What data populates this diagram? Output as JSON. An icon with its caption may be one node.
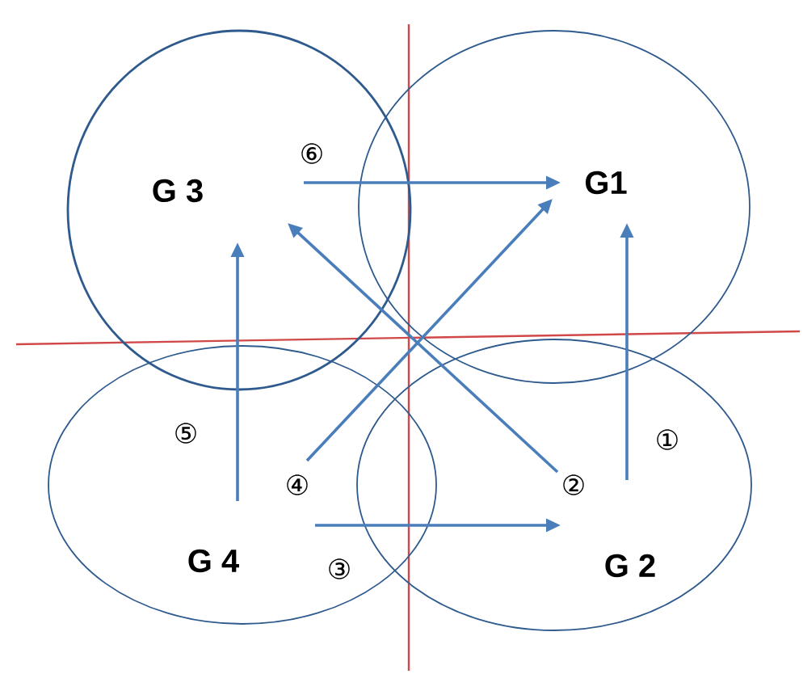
{
  "diagram": {
    "nodes": [
      {
        "text": [
          "G 3"
        ]
      },
      {
        "text": [
          "G1"
        ]
      },
      {
        "text": [
          "G 4"
        ]
      },
      {
        "text": [
          "G 2"
        ]
      }
    ],
    "edges": [
      {
        "from": 3,
        "to": 1,
        "arrow": "to",
        "label": "①"
      },
      {
        "from": 3,
        "to": 0,
        "arrow": "to",
        "label": "②"
      },
      {
        "from": 2,
        "to": 3,
        "arrow": "to",
        "label": "③"
      },
      {
        "from": 2,
        "to": 1,
        "arrow": "to",
        "label": "④"
      },
      {
        "from": 2,
        "to": 0,
        "arrow": "to",
        "label": "⑤"
      },
      {
        "from": 0,
        "to": 1,
        "arrow": "to",
        "label": "⑥"
      }
    ]
  }
}
